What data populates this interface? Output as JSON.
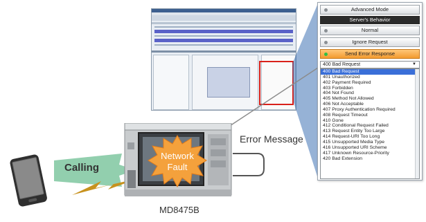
{
  "labels": {
    "error_message": "Error Message",
    "device": "MD8475B",
    "calling": "Calling",
    "burst_line1": "Network",
    "burst_line2": "Fault"
  },
  "panel": {
    "advanced_mode": "Advanced Mode",
    "section_header": "Server's Behavior",
    "normal": "Normal",
    "ignore_request": "Ignore Request",
    "send_error_response": "Send Error Response",
    "selected_status": "400 Bad Request",
    "status_codes": [
      "400 Bad Request",
      "401 Unauthorized",
      "402 Payment Required",
      "403 Forbidden",
      "404 Not Found",
      "405 Method Not Allowed",
      "406 Not Acceptable",
      "407 Proxy Authentication Required",
      "408 Request Timeout",
      "410 Gone",
      "412 Conditional Request Failed",
      "413 Request Entity Too Large",
      "414 Request-URI Too Long",
      "415 Unsupported Media Type",
      "416 Unsupported URI Scheme",
      "417 Unknown Resource-Priority",
      "420 Bad Extension"
    ]
  },
  "colors": {
    "burst": "#f4a13c",
    "burst_text": "#ffffff",
    "calling_arrow": "#39a86b",
    "lightning": "#c8921e",
    "selection": "#3a6fd8",
    "error_button": "#f39a2e",
    "highlight_box": "#d9211a"
  }
}
